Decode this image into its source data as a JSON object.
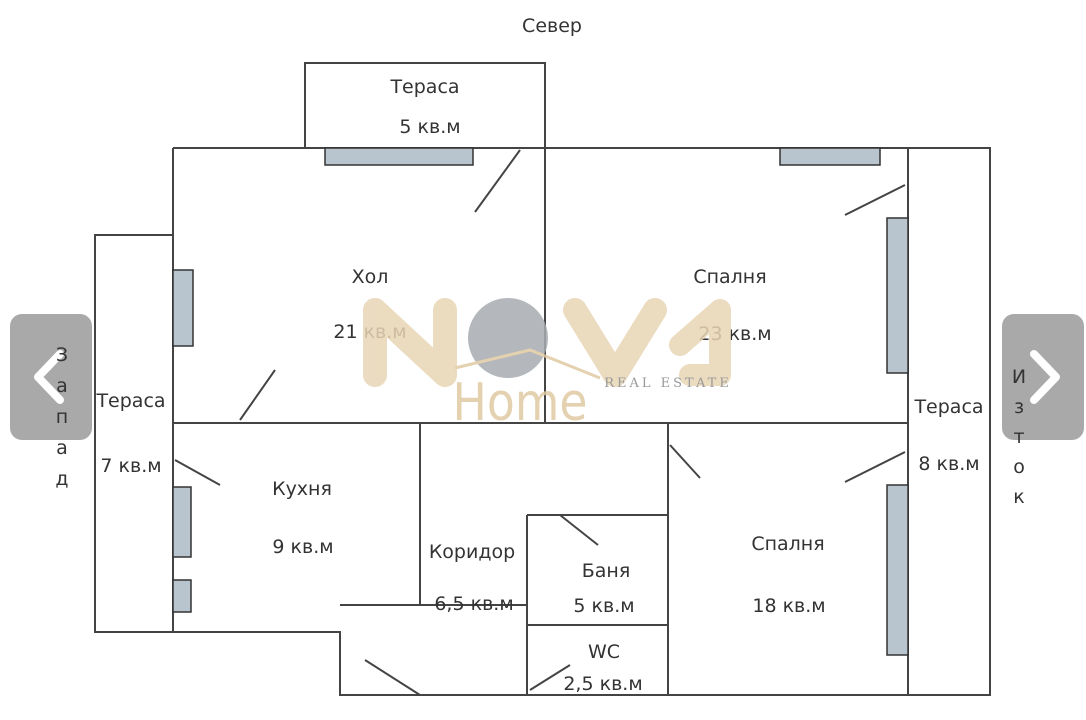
{
  "compass": {
    "north": "Север",
    "west": "Запад",
    "east": "Изток"
  },
  "rooms": [
    {
      "name": "Тераса",
      "area": "5 кв.м"
    },
    {
      "name": "Хол",
      "area": "21 кв.м"
    },
    {
      "name": "Спалня",
      "area": "23 кв.м"
    },
    {
      "name": "Тераса",
      "area": "7 кв.м"
    },
    {
      "name": "Тераса",
      "area": "8 кв.м"
    },
    {
      "name": "Кухня",
      "area": "9 кв.м"
    },
    {
      "name": "Коридор",
      "area": "6,5 кв.м"
    },
    {
      "name": "Баня",
      "area": "5 кв.м"
    },
    {
      "name": "Спалня",
      "area": "18 кв.м"
    },
    {
      "name": "WC",
      "area": "2,5 кв.м"
    }
  ],
  "watermark": {
    "brand": "NOVA Home",
    "tagline": "REAL ESTATE",
    "colors": {
      "letters": "#e8d5b5",
      "dot": "#a7abb0"
    }
  },
  "gallery": {
    "prev": "chevron-left-icon",
    "next": "chevron-right-icon"
  }
}
